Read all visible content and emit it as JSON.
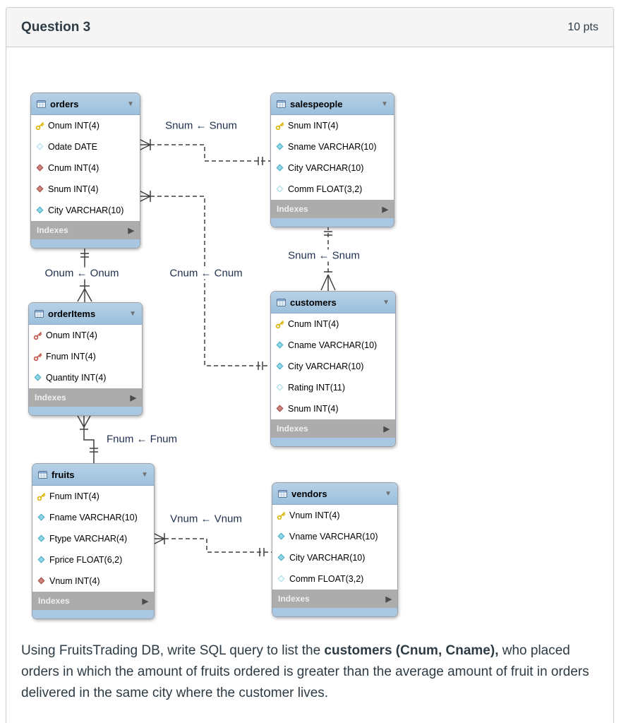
{
  "header": {
    "title": "Question 3",
    "points": "10 pts"
  },
  "diagram": {
    "indexes_label": "Indexes",
    "glyphs": {
      "collapse": "▼",
      "expand": "▶"
    },
    "tables": [
      {
        "name": "orders",
        "columns": [
          {
            "icon": "primary-key-icon",
            "label": "Onum INT(4)"
          },
          {
            "icon": "nullable-column-icon",
            "label": "Odate DATE"
          },
          {
            "icon": "foreign-key-column-icon",
            "label": "Cnum INT(4)"
          },
          {
            "icon": "foreign-key-column-icon",
            "label": "Snum INT(4)"
          },
          {
            "icon": "not-null-column-icon",
            "label": "City VARCHAR(10)"
          }
        ]
      },
      {
        "name": "salespeople",
        "columns": [
          {
            "icon": "primary-key-icon",
            "label": "Snum INT(4)"
          },
          {
            "icon": "not-null-column-icon",
            "label": "Sname VARCHAR(10)"
          },
          {
            "icon": "not-null-column-icon",
            "label": "City VARCHAR(10)"
          },
          {
            "icon": "nullable-column-icon",
            "label": "Comm FLOAT(3,2)"
          }
        ]
      },
      {
        "name": "orderItems",
        "columns": [
          {
            "icon": "primary-foreign-key-icon",
            "label": "Onum INT(4)"
          },
          {
            "icon": "primary-foreign-key-icon",
            "label": "Fnum INT(4)"
          },
          {
            "icon": "not-null-column-icon",
            "label": "Quantity INT(4)"
          }
        ]
      },
      {
        "name": "customers",
        "columns": [
          {
            "icon": "primary-key-icon",
            "label": "Cnum INT(4)"
          },
          {
            "icon": "not-null-column-icon",
            "label": "Cname VARCHAR(10)"
          },
          {
            "icon": "not-null-column-icon",
            "label": "City VARCHAR(10)"
          },
          {
            "icon": "nullable-column-icon",
            "label": "Rating INT(11)"
          },
          {
            "icon": "foreign-key-column-icon",
            "label": "Snum INT(4)"
          }
        ]
      },
      {
        "name": "fruits",
        "columns": [
          {
            "icon": "primary-key-icon",
            "label": "Fnum INT(4)"
          },
          {
            "icon": "not-null-column-icon",
            "label": "Fname VARCHAR(10)"
          },
          {
            "icon": "not-null-column-icon",
            "label": "Ftype VARCHAR(4)"
          },
          {
            "icon": "not-null-column-icon",
            "label": "Fprice FLOAT(6,2)"
          },
          {
            "icon": "foreign-key-column-icon",
            "label": "Vnum INT(4)"
          }
        ]
      },
      {
        "name": "vendors",
        "columns": [
          {
            "icon": "primary-key-icon",
            "label": "Vnum INT(4)"
          },
          {
            "icon": "not-null-column-icon",
            "label": "Vname VARCHAR(10)"
          },
          {
            "icon": "not-null-column-icon",
            "label": "City VARCHAR(10)"
          },
          {
            "icon": "nullable-column-icon",
            "label": "Comm FLOAT(3,2)"
          }
        ]
      }
    ],
    "relationships": [
      {
        "id": "orders-salespeople",
        "label": "Snum ← Snum"
      },
      {
        "id": "orders-orderItems",
        "label": "Onum ← Onum"
      },
      {
        "id": "orders-customers",
        "label": "Cnum ← Cnum"
      },
      {
        "id": "salespeople-customers",
        "label": "Snum ← Snum"
      },
      {
        "id": "orderItems-fruits",
        "label": "Fnum ← Fnum"
      },
      {
        "id": "fruits-vendors",
        "label": "Vnum ← Vnum"
      }
    ]
  },
  "question": {
    "part1": "Using FruitsTrading DB, write SQL query to list the ",
    "bold": "customers (Cnum, Cname),",
    "part2": " who placed orders in which the amount of fruits ordered is greater than the average amount of fruit in orders delivered in the same city where the customer lives."
  }
}
